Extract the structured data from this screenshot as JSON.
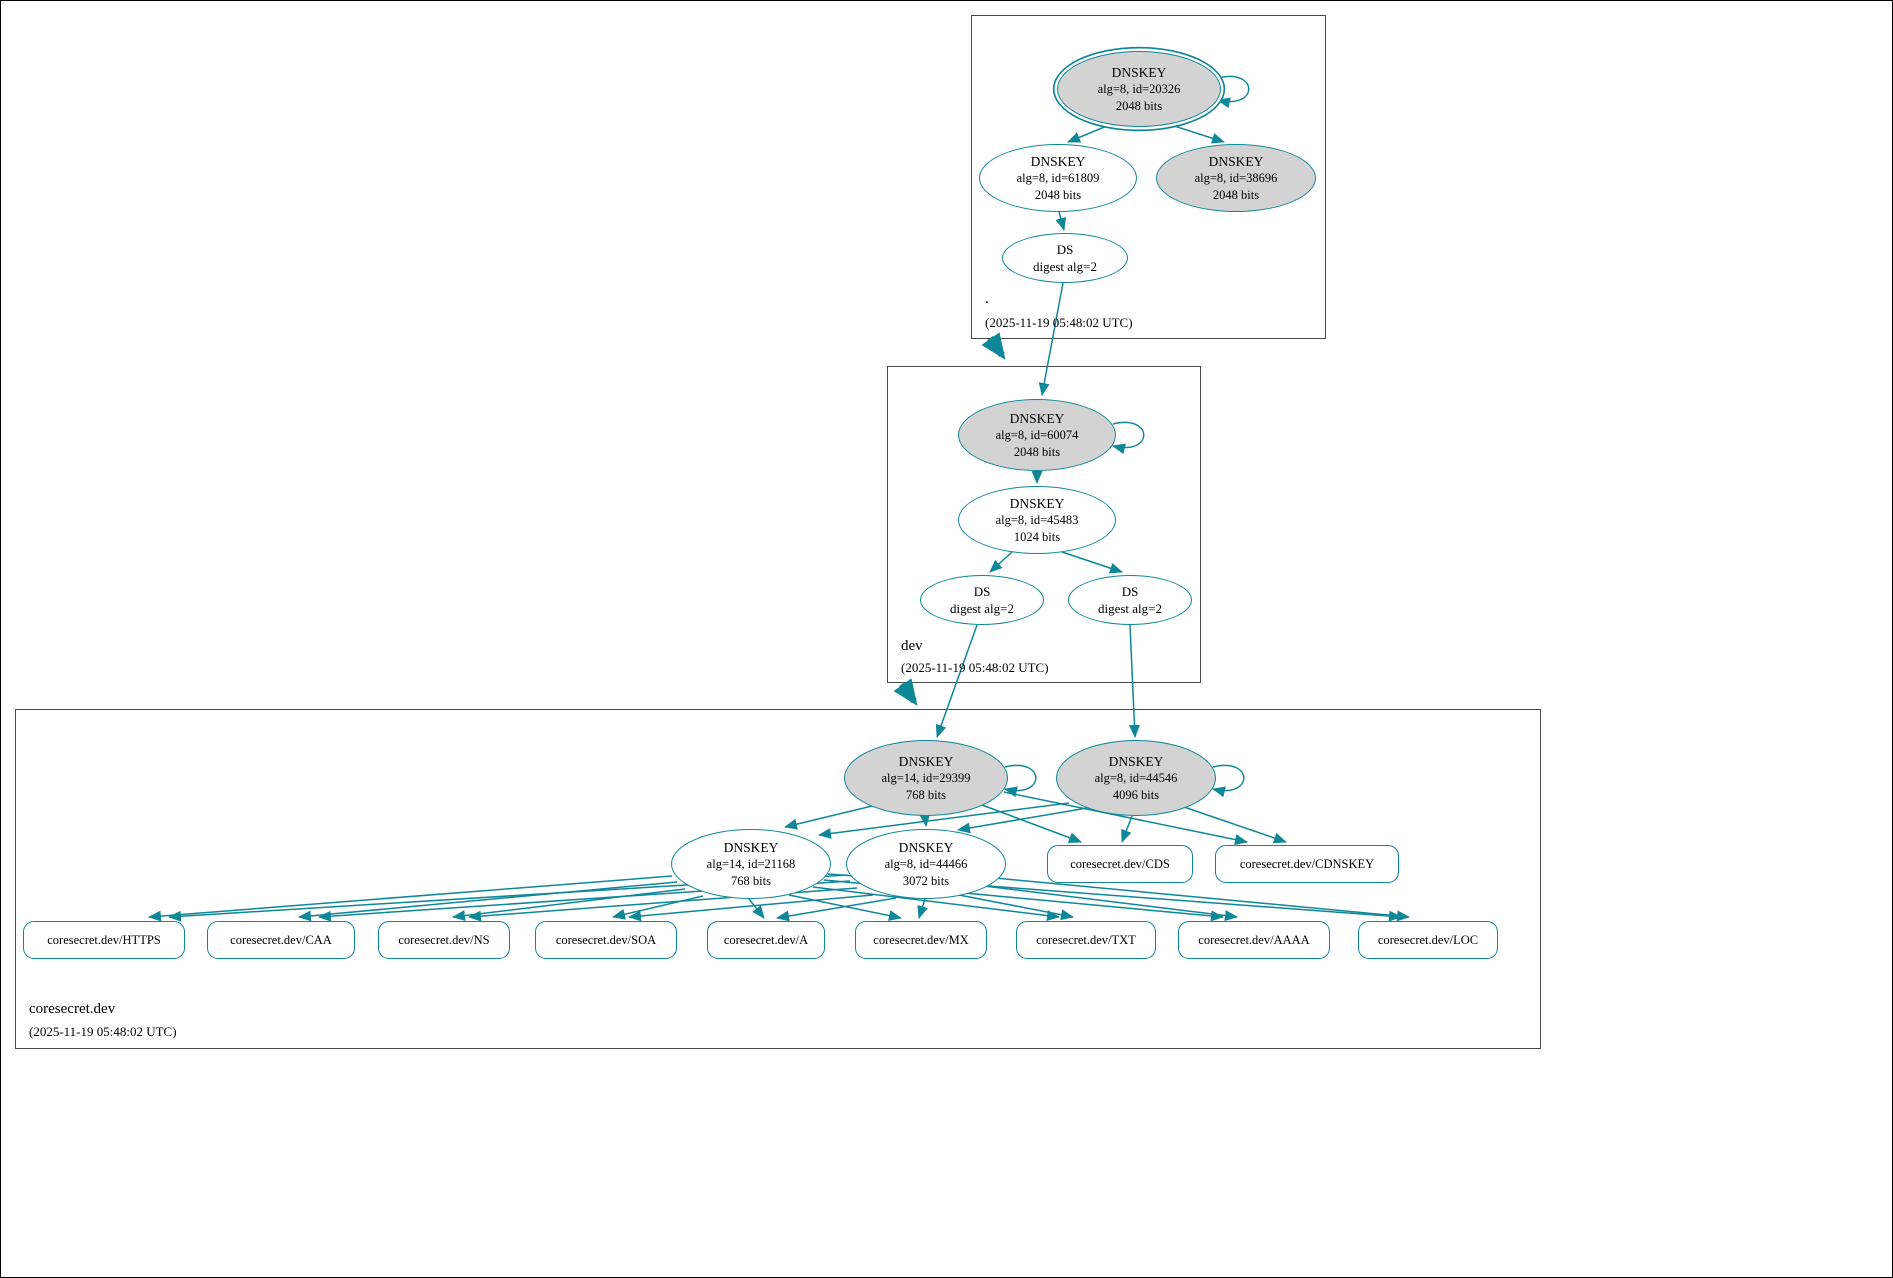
{
  "colors": {
    "edge": "#0e8799",
    "ksk_fill": "#d3d3d3",
    "node_fill": "#ffffff",
    "zone_border": "#4a4a4a",
    "text": "#000000"
  },
  "zones": {
    "root": {
      "name": ".",
      "timestamp": "(2025-11-19 05:48:02 UTC)",
      "nodes": {
        "ksk20326": {
          "title": "DNSKEY",
          "detail": "alg=8, id=20326",
          "bits": "2048 bits"
        },
        "zsk61809": {
          "title": "DNSKEY",
          "detail": "alg=8, id=61809",
          "bits": "2048 bits"
        },
        "ksk38696": {
          "title": "DNSKEY",
          "detail": "alg=8, id=38696",
          "bits": "2048 bits"
        },
        "ds": {
          "title": "DS",
          "detail": "digest alg=2"
        }
      }
    },
    "dev": {
      "name": "dev",
      "timestamp": "(2025-11-19 05:48:02 UTC)",
      "nodes": {
        "ksk60074": {
          "title": "DNSKEY",
          "detail": "alg=8, id=60074",
          "bits": "2048 bits"
        },
        "zsk45483": {
          "title": "DNSKEY",
          "detail": "alg=8, id=45483",
          "bits": "1024 bits"
        },
        "ds1": {
          "title": "DS",
          "detail": "digest alg=2"
        },
        "ds2": {
          "title": "DS",
          "detail": "digest alg=2"
        }
      }
    },
    "coresecret": {
      "name": "coresecret.dev",
      "timestamp": "(2025-11-19 05:48:02 UTC)",
      "nodes": {
        "ksk29399": {
          "title": "DNSKEY",
          "detail": "alg=14, id=29399",
          "bits": "768 bits"
        },
        "ksk44546": {
          "title": "DNSKEY",
          "detail": "alg=8, id=44546",
          "bits": "4096 bits"
        },
        "zsk21168": {
          "title": "DNSKEY",
          "detail": "alg=14, id=21168",
          "bits": "768 bits"
        },
        "zsk44466": {
          "title": "DNSKEY",
          "detail": "alg=8, id=44466",
          "bits": "3072 bits"
        },
        "cds": {
          "label": "coresecret.dev/CDS"
        },
        "cdnskey": {
          "label": "coresecret.dev/CDNSKEY"
        },
        "rrsets": [
          "coresecret.dev/HTTPS",
          "coresecret.dev/CAA",
          "coresecret.dev/NS",
          "coresecret.dev/SOA",
          "coresecret.dev/A",
          "coresecret.dev/MX",
          "coresecret.dev/TXT",
          "coresecret.dev/AAAA",
          "coresecret.dev/LOC"
        ]
      }
    }
  }
}
